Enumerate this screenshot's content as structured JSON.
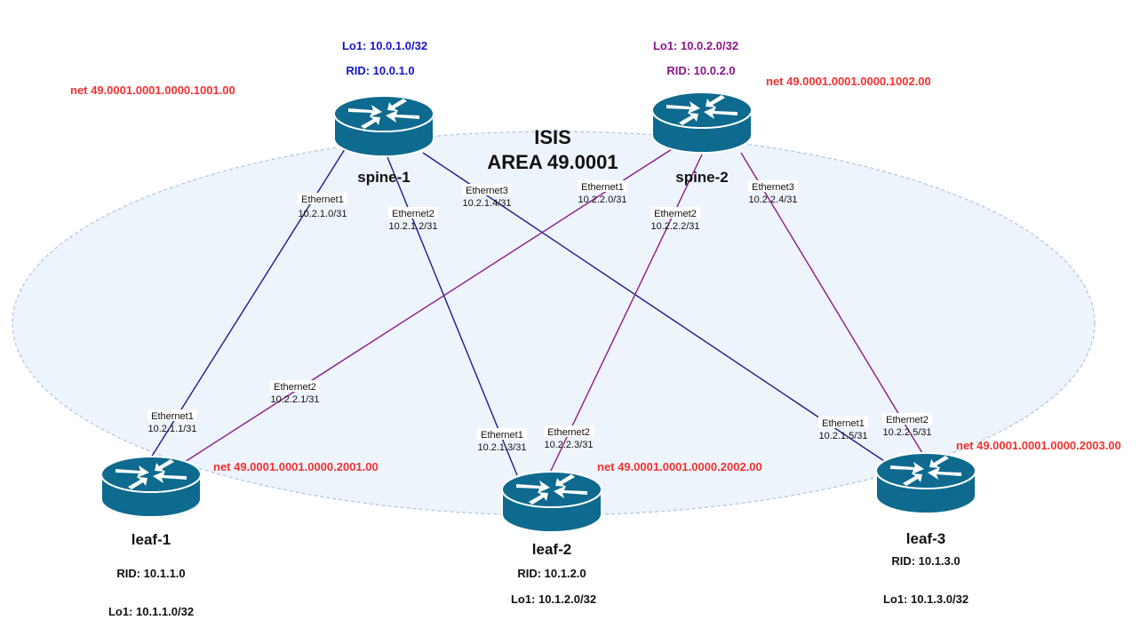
{
  "colors": {
    "spine1_link": "#1a1a8c",
    "spine2_link": "#8c1a8c",
    "spine1_text": "#1515c8",
    "spine2_text": "#8a158a",
    "net_text": "#f03232",
    "router_fill": "#0e6a8e",
    "area_fill": "#eef4fb",
    "area_stroke": "#a9c6e6"
  },
  "area": {
    "line1": "ISIS",
    "line2": "AREA 49.0001"
  },
  "routers": {
    "spine1": {
      "name": "spine-1",
      "lo": "Lo1: 10.0.1.0/32",
      "rid": "RID: 10.0.1.0",
      "net": "net 49.0001.0001.0000.1001.00",
      "icon": "router-icon"
    },
    "spine2": {
      "name": "spine-2",
      "lo": "Lo1: 10.0.2.0/32",
      "rid": "RID: 10.0.2.0",
      "net": "net 49.0001.0001.0000.1002.00",
      "icon": "router-icon"
    },
    "leaf1": {
      "name": "leaf-1",
      "rid": "RID: 10.1.1.0",
      "lo": "Lo1: 10.1.1.0/32",
      "net": "net 49.0001.0001.0000.2001.00",
      "icon": "router-icon"
    },
    "leaf2": {
      "name": "leaf-2",
      "rid": "RID: 10.1.2.0",
      "lo": "Lo1: 10.1.2.0/32",
      "net": "net 49.0001.0001.0000.2002.00",
      "icon": "router-icon"
    },
    "leaf3": {
      "name": "leaf-3",
      "rid": "RID: 10.1.3.0",
      "lo": "Lo1: 10.1.3.0/32",
      "net": "net 49.0001.0001.0000.2003.00",
      "icon": "router-icon"
    }
  },
  "links": {
    "s1_l1": {
      "a_if": "Ethernet1",
      "a_ip": "10.2.1.0/31",
      "b_if": "Ethernet1",
      "b_ip": "10.2.1.1/31"
    },
    "s1_l2": {
      "a_if": "Ethernet2",
      "a_ip": "10.2.1.2/31",
      "b_if": "Ethernet1",
      "b_ip": "10.2.1.3/31"
    },
    "s1_l3": {
      "a_if": "Ethernet3",
      "a_ip": "10.2.1.4/31",
      "b_if": "Ethernet1",
      "b_ip": "10.2.1.5/31"
    },
    "s2_l1": {
      "a_if": "Ethernet1",
      "a_ip": "10.2.2.0/31",
      "b_if": "Ethernet2",
      "b_ip": "10.2.2.1/31"
    },
    "s2_l2": {
      "a_if": "Ethernet2",
      "a_ip": "10.2.2.2/31",
      "b_if": "Ethernet2",
      "b_ip": "10.2.2.3/31"
    },
    "s2_l3": {
      "a_if": "Ethernet3",
      "a_ip": "10.2.2.4/31",
      "b_if": "Ethernet2",
      "b_ip": "10.2.2.5/31"
    }
  }
}
